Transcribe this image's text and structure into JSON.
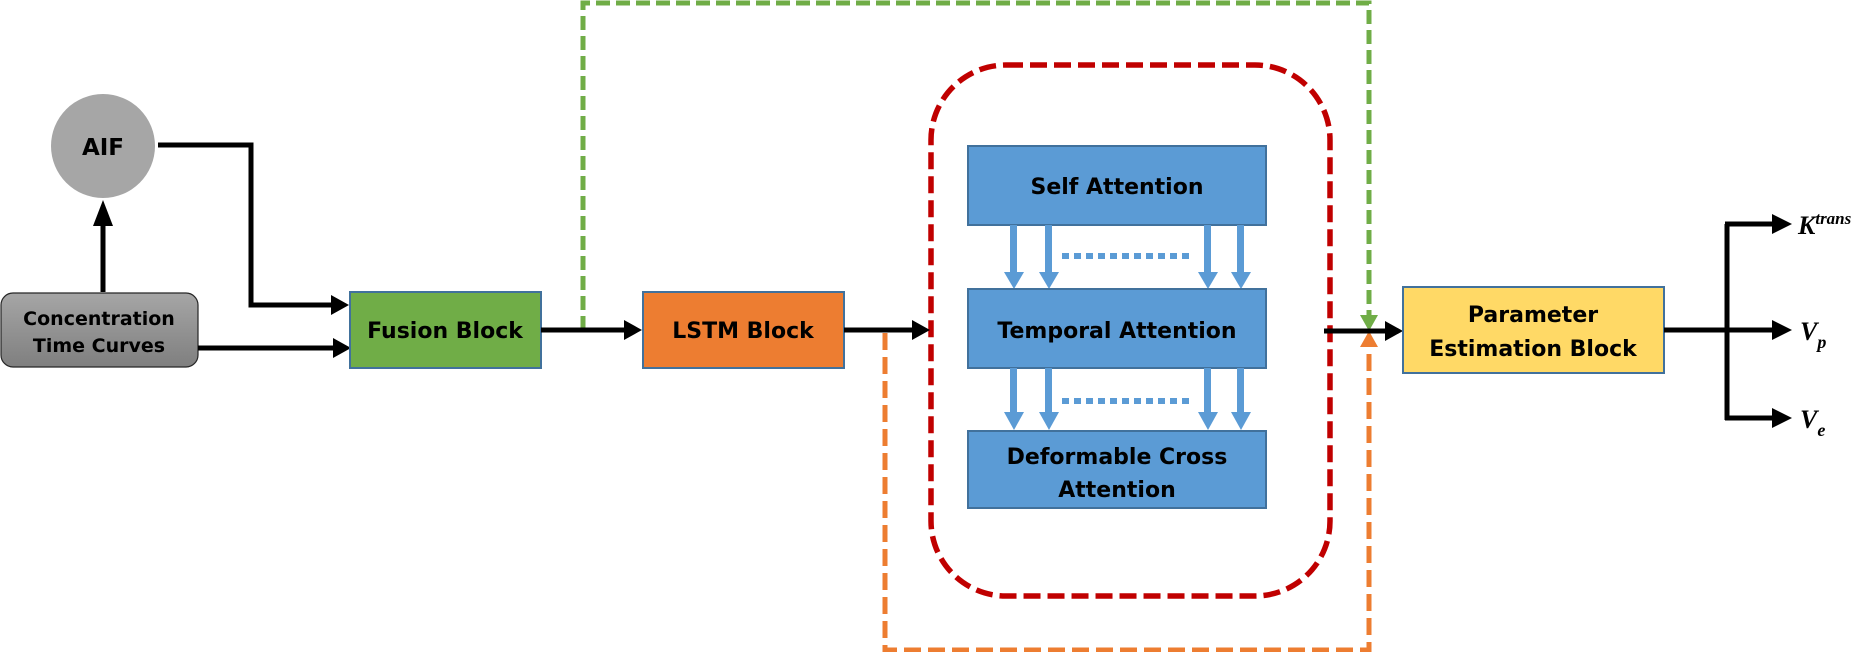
{
  "diagram": {
    "nodes": {
      "aif": {
        "label": "AIF"
      },
      "concentration": {
        "label_line1": "Concentration",
        "label_line2": "Time Curves"
      },
      "fusion": {
        "label": "Fusion Block"
      },
      "lstm": {
        "label": "LSTM Block"
      },
      "self_attention": {
        "label": "Self Attention"
      },
      "temporal_attention": {
        "label": "Temporal Attention"
      },
      "deformable_cross": {
        "label_line1": "Deformable Cross",
        "label_line2": "Attention"
      },
      "parameter_estimation": {
        "label_line1": "Parameter",
        "label_line2": "Estimation Block"
      }
    },
    "outputs": {
      "ktrans": {
        "base": "K",
        "sup": "trans"
      },
      "vp": {
        "base": "V",
        "sub": "p"
      },
      "ve": {
        "base": "V",
        "sub": "e"
      }
    },
    "colors": {
      "aif_fill": "#a6a6a6",
      "concentration_fill": "#808080",
      "fusion_fill": "#70ad47",
      "lstm_fill": "#ed7d31",
      "attention_fill": "#5b9bd5",
      "parameter_fill": "#ffd966",
      "border": "#41719c",
      "arrow": "#000000",
      "green_skip": "#70ad47",
      "orange_skip": "#ed7d31",
      "red_group": "#c00000",
      "blue_arrow": "#5b9bd5"
    }
  }
}
